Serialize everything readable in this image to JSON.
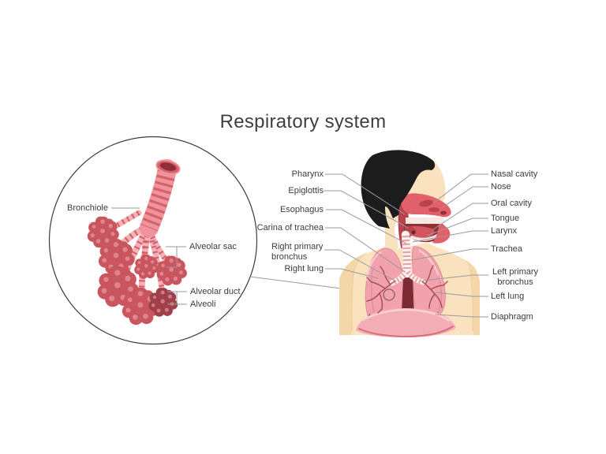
{
  "title": "Respiratory system",
  "inset": {
    "labels": {
      "bronchiole": "Bronchiole",
      "alveolar_sac": "Alveolar sac",
      "alveolar_duct": "Alveolar duct",
      "alveoli": "Alveoli"
    }
  },
  "figure": {
    "left_labels": [
      {
        "id": "pharynx",
        "text": "Pharynx"
      },
      {
        "id": "epiglottis",
        "text": "Epiglottis"
      },
      {
        "id": "esophagus",
        "text": "Esophagus"
      },
      {
        "id": "carina-of-trachea",
        "text": "Carina of trachea"
      },
      {
        "id": "right-primary-bronchus",
        "text": "Right primary bronchus"
      },
      {
        "id": "right-lung",
        "text": "Right lung"
      }
    ],
    "right_labels": [
      {
        "id": "nasal-cavity",
        "text": "Nasal cavity"
      },
      {
        "id": "nose",
        "text": "Nose"
      },
      {
        "id": "oral-cavity",
        "text": "Oral cavity"
      },
      {
        "id": "tongue",
        "text": "Tongue"
      },
      {
        "id": "larynx",
        "text": "Larynx"
      },
      {
        "id": "trachea",
        "text": "Trachea"
      },
      {
        "id": "left-primary-bronchus",
        "text": "Left primary bronchus"
      },
      {
        "id": "left-lung",
        "text": "Left lung"
      },
      {
        "id": "diaphragm",
        "text": "Diaphragm"
      }
    ]
  },
  "colors": {
    "text": "#3c3c3c",
    "title": "#3f3f3f",
    "leader": "#9a9a9a",
    "outline": "#3c3c3c",
    "skin": "#f9e2bd",
    "skin-shade": "#f5d6a8",
    "crease": "#eccf9f",
    "hair": "#1d1c1c",
    "red": "#e2606a",
    "red-deep": "#b8434c",
    "red-darkest": "#8f3039",
    "tube-pink": "#f0939c",
    "stripe": "#d4626c",
    "duct-pink": "#f5b1b7",
    "berry": "#c9565f",
    "berry-dot": "#e0858d",
    "berry-dark": "#9e3f49",
    "berry-dark-dot": "#cf7a82",
    "lung": "#f2a2ad",
    "lung-edge": "#e48b97",
    "lung-light": "#f8c9cf",
    "tree": "#a85058",
    "maroon": "#7c2a33",
    "diaphragm": "#f3aeb5",
    "diaphragm-edge": "#d96f7d",
    "diaphragm-light": "#f9d0d3",
    "ring-pink": "#e8a2ab",
    "tube-white": "#fdf4ef",
    "ear": "#f6d3a4",
    "ear-line": "#c08b55",
    "tongue": "#d4555e",
    "teeth": "#f7e8e2"
  }
}
